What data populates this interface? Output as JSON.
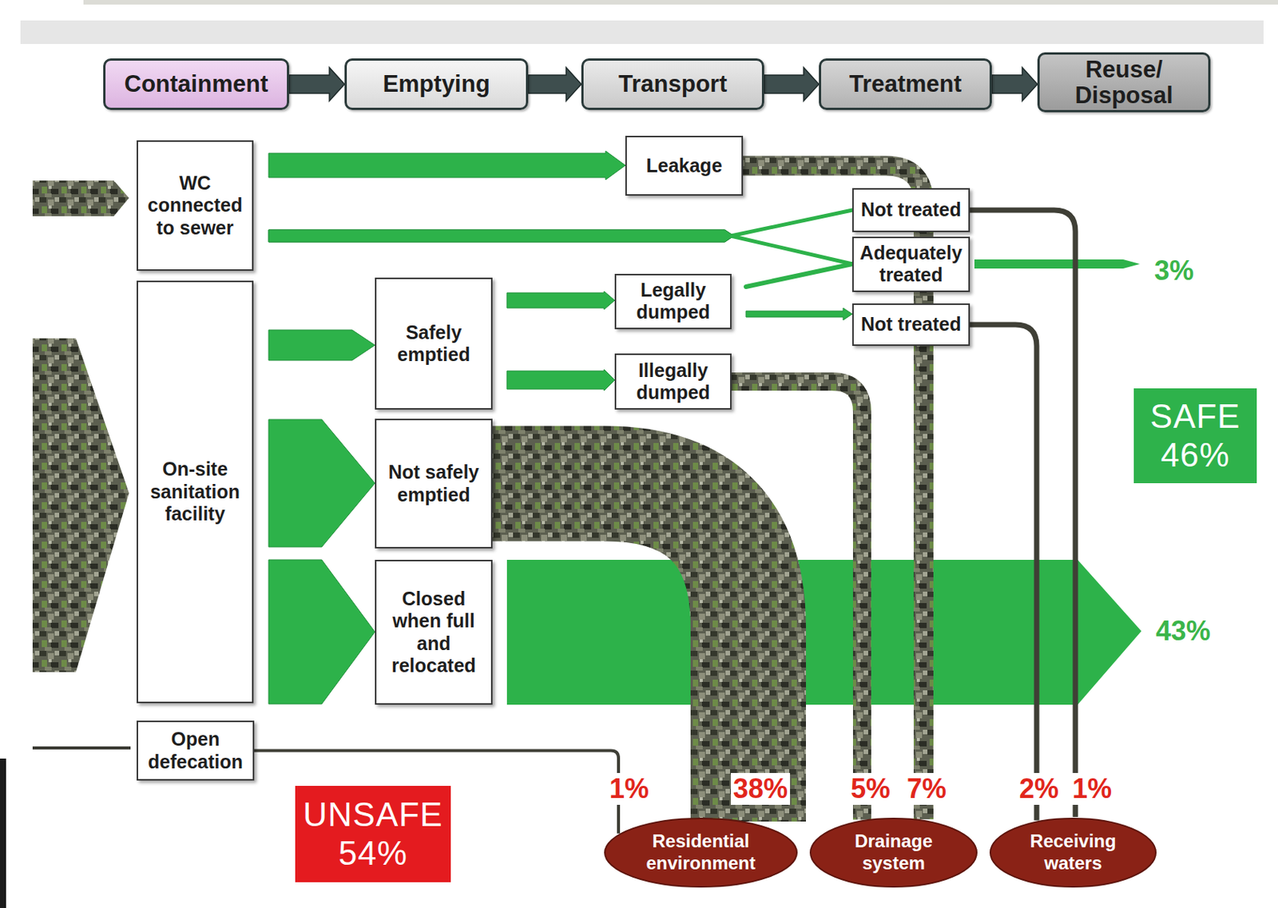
{
  "diagram": {
    "nodes": [
      {
        "text": [
          "Containment"
        ]
      },
      {
        "text": [
          "Emptying"
        ]
      },
      {
        "text": [
          "Transport"
        ]
      },
      {
        "text": [
          "Treatment"
        ]
      },
      {
        "text": [
          "Reuse/ Disposal"
        ]
      },
      {
        "text": [
          "WC connected to sewer"
        ]
      },
      {
        "text": [
          "On-site sanitation facility"
        ]
      },
      {
        "text": [
          "Open defecation"
        ]
      },
      {
        "text": [
          "Leakage"
        ]
      },
      {
        "text": [
          "Safely emptied"
        ]
      },
      {
        "text": [
          "Not safely emptied"
        ]
      },
      {
        "text": [
          "Closed when full and relocated"
        ]
      },
      {
        "text": [
          "Legally dumped"
        ]
      },
      {
        "text": [
          "Illegally dumped"
        ]
      },
      {
        "text": [
          "Not treated"
        ]
      },
      {
        "text": [
          "Adequately treated"
        ]
      },
      {
        "text": [
          "Not treated"
        ]
      },
      {
        "text": [
          "SAFE 46%"
        ]
      },
      {
        "text": [
          "UNSAFE 54%"
        ]
      },
      {
        "text": [
          "Residential environment"
        ]
      },
      {
        "text": [
          "Drainage system"
        ]
      },
      {
        "text": [
          "Receiving waters"
        ]
      }
    ],
    "edges": [
      {
        "from": 0,
        "to": 1,
        "arrow": "to"
      },
      {
        "from": 1,
        "to": 2,
        "arrow": "to"
      },
      {
        "from": 2,
        "to": 3,
        "arrow": "to"
      },
      {
        "from": 3,
        "to": 4,
        "arrow": "to"
      },
      {
        "from": 5,
        "to": 8,
        "arrow": "to"
      },
      {
        "from": 5,
        "to": 14,
        "arrow": "none"
      },
      {
        "from": 5,
        "to": 15,
        "arrow": "none"
      },
      {
        "from": 6,
        "to": 9,
        "arrow": "to"
      },
      {
        "from": 6,
        "to": 10,
        "arrow": "to"
      },
      {
        "from": 6,
        "to": 11,
        "arrow": "to"
      },
      {
        "from": 9,
        "to": 12,
        "arrow": "to"
      },
      {
        "from": 9,
        "to": 13,
        "arrow": "to"
      },
      {
        "from": 12,
        "to": 15,
        "arrow": "none"
      },
      {
        "from": 12,
        "to": 16,
        "arrow": "to"
      },
      {
        "from": 8,
        "to": 20,
        "arrow": "none",
        "label": "7%"
      },
      {
        "from": 14,
        "to": 21,
        "arrow": "none",
        "label": "1%"
      },
      {
        "from": 16,
        "to": 21,
        "arrow": "none",
        "label": "2%"
      },
      {
        "from": 13,
        "to": 20,
        "arrow": "none",
        "label": "5%"
      },
      {
        "from": 10,
        "to": 19,
        "arrow": "none",
        "label": "38%"
      },
      {
        "from": 7,
        "to": 19,
        "arrow": "none",
        "label": "1%"
      }
    ],
    "labels": [
      "3%",
      "43%"
    ]
  }
}
